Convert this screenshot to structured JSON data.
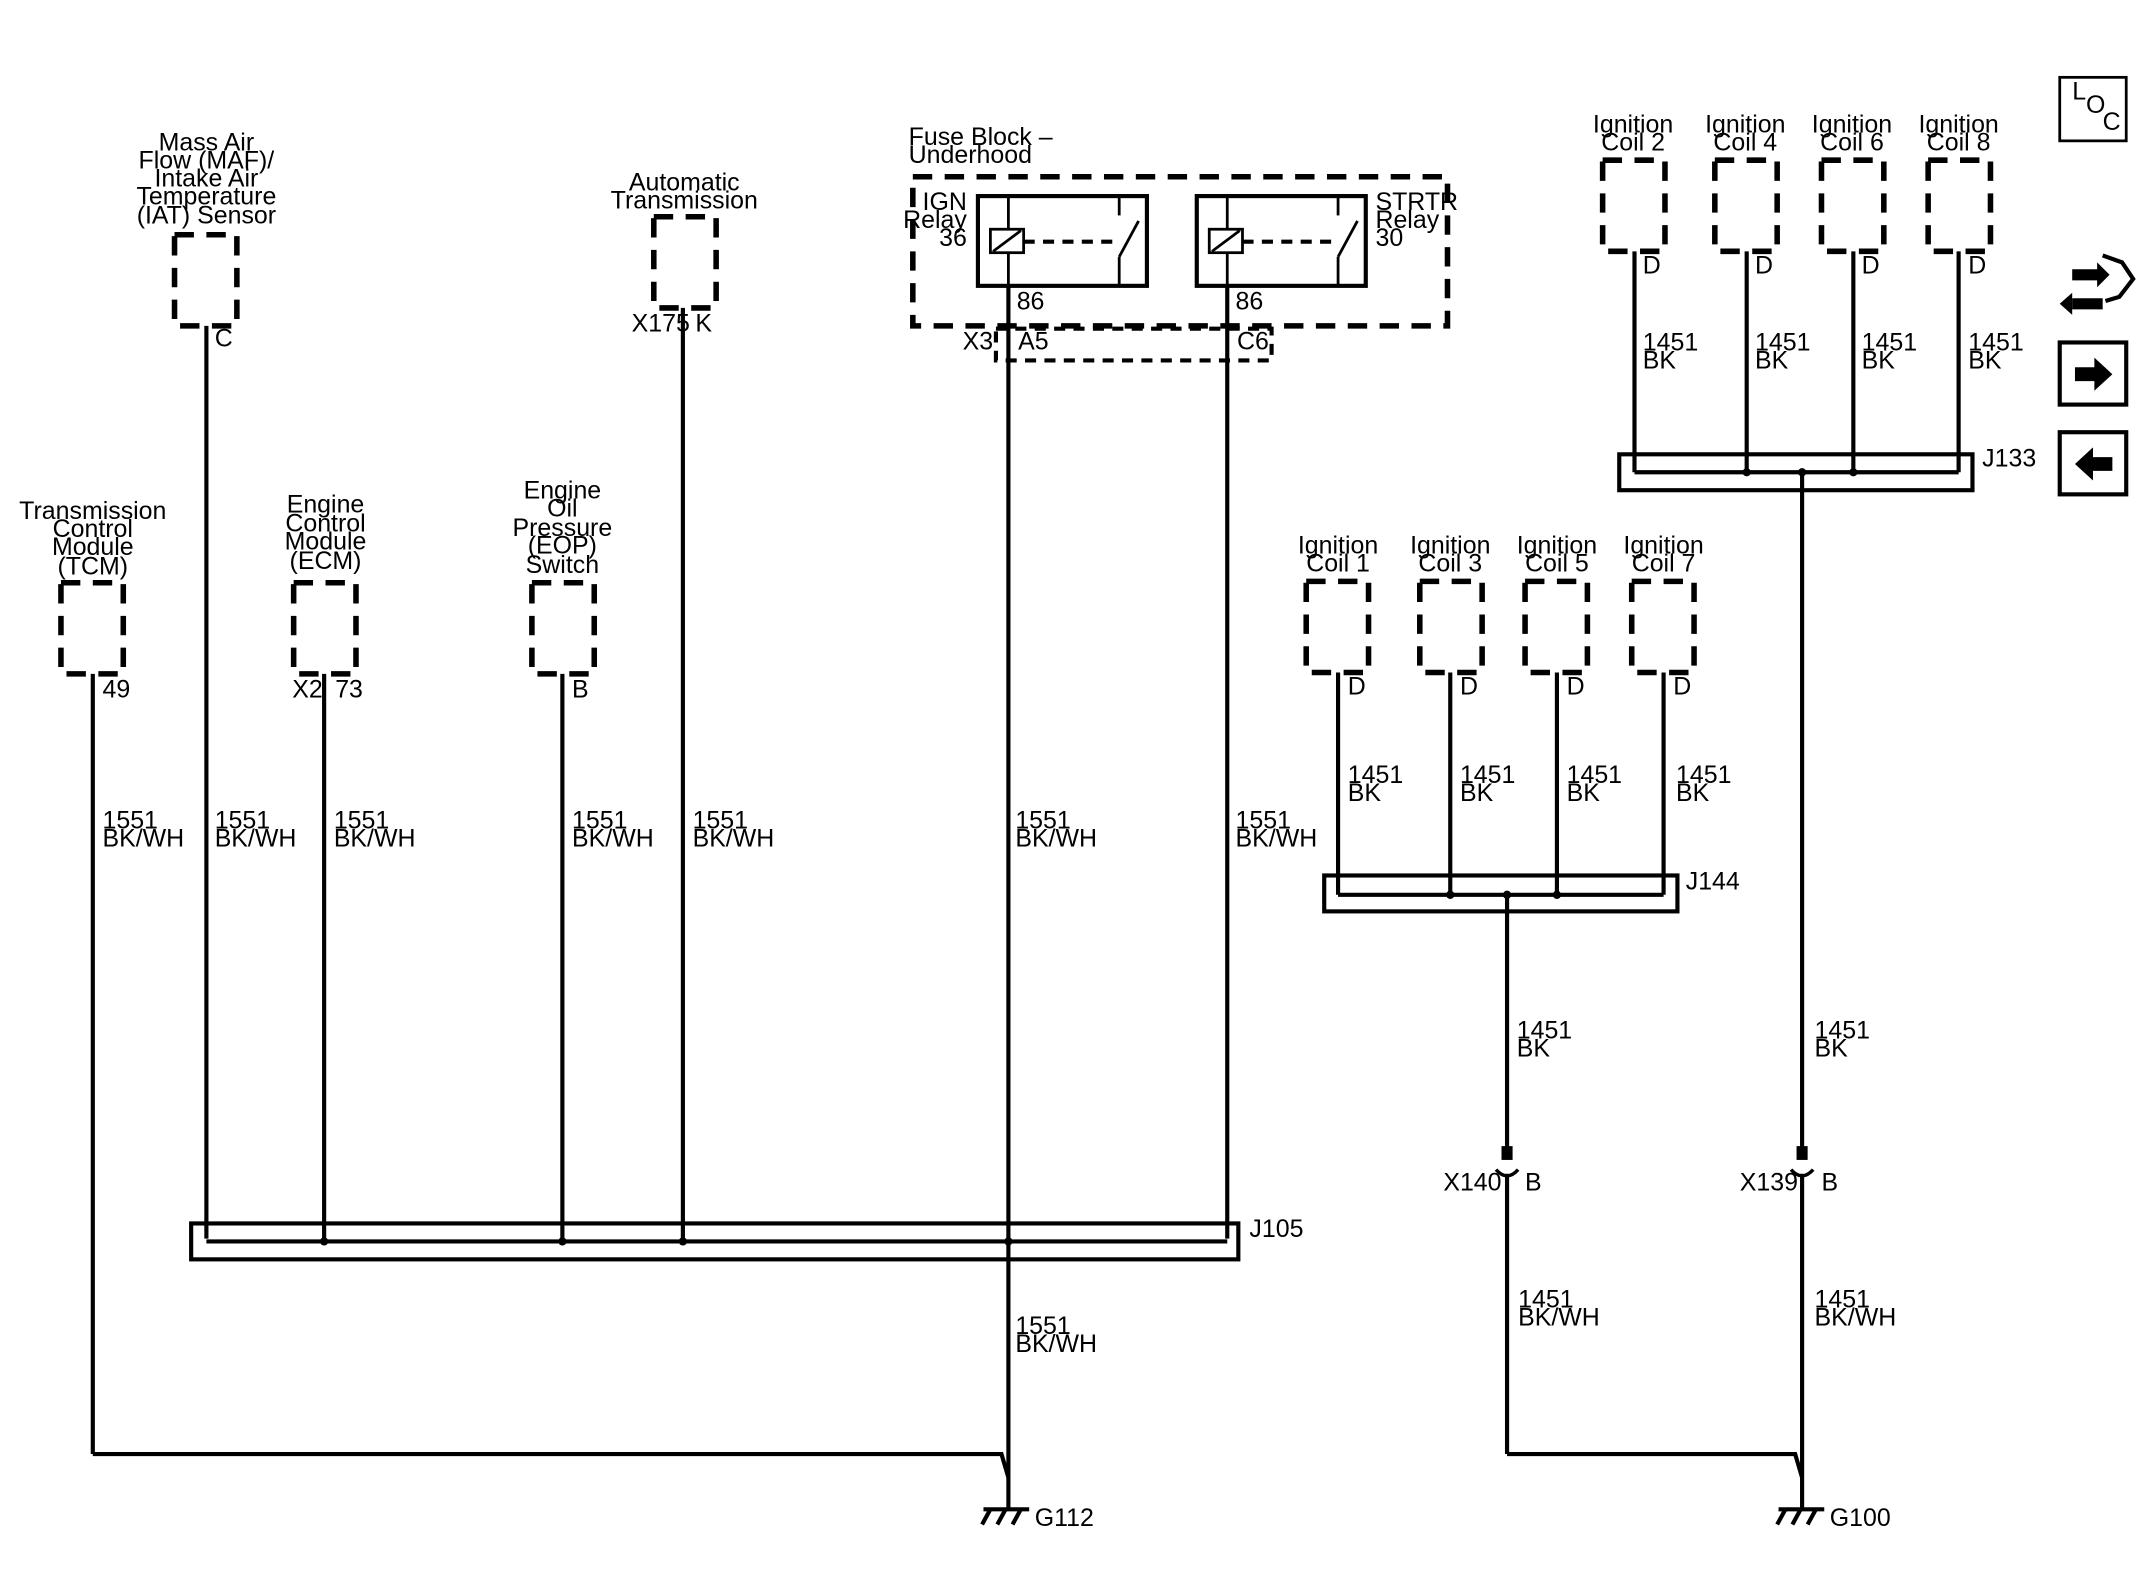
{
  "components": {
    "maf": [
      "Mass Air",
      "Flow (MAF)/",
      "Intake Air",
      "Temperature",
      "(IAT) Sensor"
    ],
    "maf_pin": "C",
    "auto_trans": [
      "Automatic",
      "Transmission"
    ],
    "auto_trans_conn": "X175",
    "auto_trans_pin": "K",
    "fuse_block": [
      "Fuse Block –",
      "Underhood"
    ],
    "ign_relay": [
      "IGN",
      "Relay",
      "36"
    ],
    "ign_relay_pin": "86",
    "strtr_relay": [
      "STRTR",
      "Relay",
      "30"
    ],
    "strtr_relay_pin": "86",
    "fuse_conn": "X3",
    "fuse_pin_a5": "A5",
    "fuse_pin_c6": "C6",
    "tcm": [
      "Transmission",
      "Control",
      "Module",
      "(TCM)"
    ],
    "tcm_pin": "49",
    "ecm": [
      "Engine",
      "Control",
      "Module",
      "(ECM)"
    ],
    "ecm_conn": "X2",
    "ecm_pin": "73",
    "eop": [
      "Engine",
      "Oil",
      "Pressure",
      "(EOP)",
      "Switch"
    ],
    "eop_pin": "B",
    "coil_pin": "D",
    "coils_top": [
      [
        "Ignition",
        "Coil 2"
      ],
      [
        "Ignition",
        "Coil 4"
      ],
      [
        "Ignition",
        "Coil 6"
      ],
      [
        "Ignition",
        "Coil 8"
      ]
    ],
    "coils_bottom": [
      [
        "Ignition",
        "Coil 1"
      ],
      [
        "Ignition",
        "Coil 3"
      ],
      [
        "Ignition",
        "Coil 5"
      ],
      [
        "Ignition",
        "Coil 7"
      ]
    ]
  },
  "wires": {
    "circuit_1551": "1551",
    "color_bkwh": "BK/WH",
    "circuit_1451": "1451",
    "color_bk": "BK"
  },
  "splices": {
    "j105": "J105",
    "j133": "J133",
    "j144": "J144"
  },
  "inline": {
    "x140": "X140",
    "x139": "X139",
    "pin_b": "B"
  },
  "grounds": {
    "g112": "G112",
    "g100": "G100"
  },
  "nav": {
    "loc_icon": "loc-icon",
    "loc_letters": [
      "L",
      "O",
      "C"
    ],
    "swap_icon": "connector-swap-icon",
    "next_icon": "arrow-right-icon",
    "prev_icon": "arrow-left-icon"
  }
}
